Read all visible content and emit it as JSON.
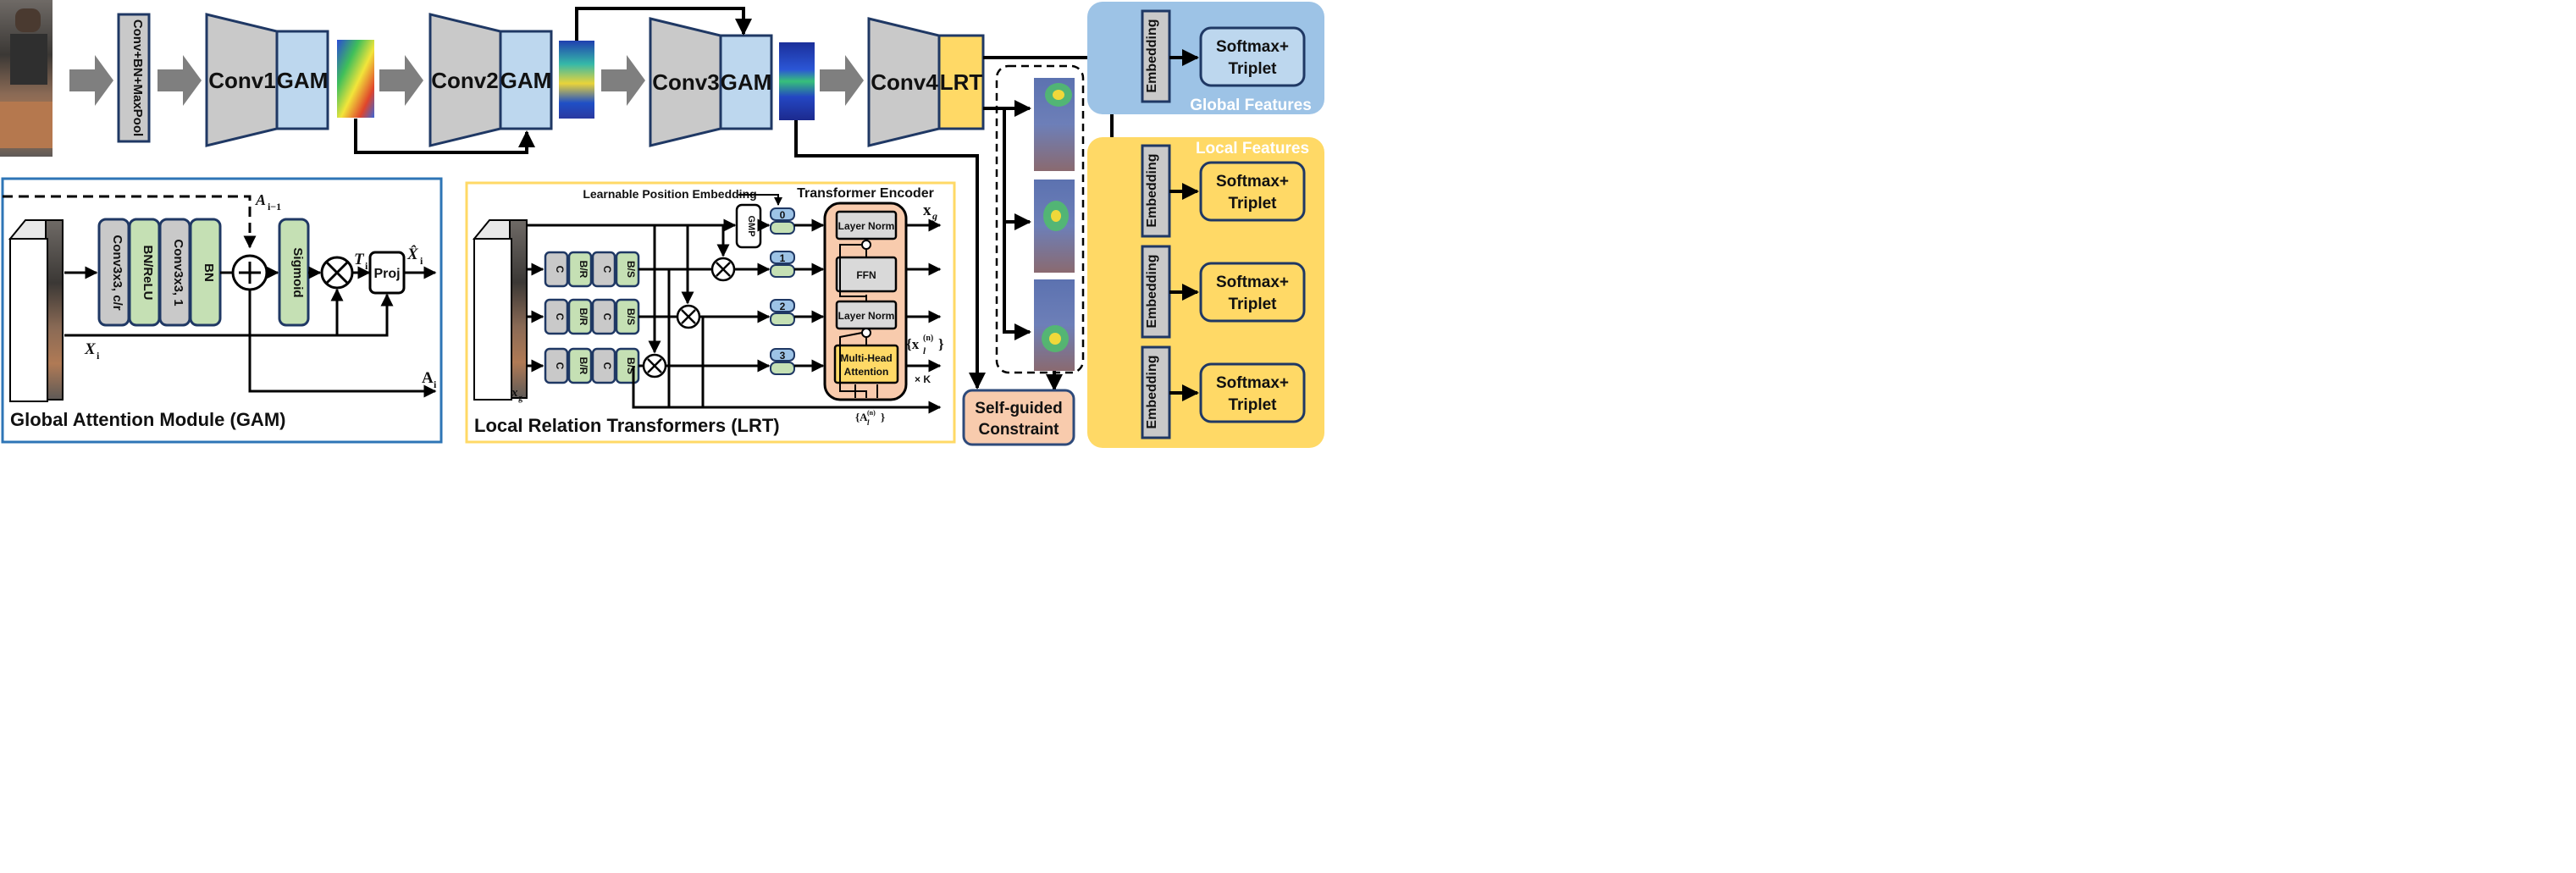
{
  "top": {
    "stem_label": "Conv+BN+MaxPool",
    "conv1": "Conv1",
    "conv2": "Conv2",
    "conv3": "Conv3",
    "conv4": "Conv4",
    "gam": "GAM",
    "lrt": "LRT",
    "embedding": "Embedding",
    "softmax_line1": "Softmax+",
    "softmax_line2": "Triplet",
    "global_features": "Global Features",
    "local_features": "Local Features",
    "self_guided_line1": "Self-guided",
    "self_guided_line2": "Constraint"
  },
  "gam_panel": {
    "title": "Global Attention Module (GAM)",
    "blocks": [
      "Conv3x3, c/r",
      "BN/ReLU",
      "Conv3x3, 1",
      "BN"
    ],
    "sigmoid": "Sigmoid",
    "proj": "Proj",
    "a_prev": "A",
    "a_prev_sub": "i−1",
    "t_label": "T",
    "t_sub": "i",
    "xhat_label": "X̂",
    "xhat_sub": "i",
    "x_label": "X",
    "x_sub": "i",
    "a_out": "A",
    "a_out_sub": "i"
  },
  "lrt_panel": {
    "title": "Local Relation Transformers (LRT)",
    "branch_blocks": [
      "C",
      "B/R",
      "C",
      "B/S"
    ],
    "position_embedding": "Learnable Position Embedding",
    "gmp": "GMP",
    "tokens": [
      "0",
      "1",
      "2",
      "3"
    ],
    "transformer_title": "Transformer Encoder",
    "layer_norm": "Layer Norm",
    "ffn": "FFN",
    "mha_line1": "Multi-Head",
    "mha_line2": "Attention",
    "xg_out": "x",
    "xg_out_sub": "g",
    "xl_out": "{x",
    "xl_out_sub": "l",
    "xl_out_sup": "(n)",
    "xl_close": "}",
    "al_out": "{A",
    "al_out_sub": "l",
    "al_out_sup": "(n)",
    "al_close": "}",
    "times_k": "× K",
    "xg_in": "x",
    "xg_in_sub": "g"
  },
  "colors": {
    "gray": "#c9c9c9",
    "light_blue": "#bdd7ee",
    "yellow": "#ffd966",
    "green": "#c5e0b4",
    "salmon": "#f8cbad",
    "navy": "#1f3864",
    "panel_blue": "#9dc3e6",
    "panel_yellow": "#ffd966",
    "gam_border": "#2e75b6"
  }
}
